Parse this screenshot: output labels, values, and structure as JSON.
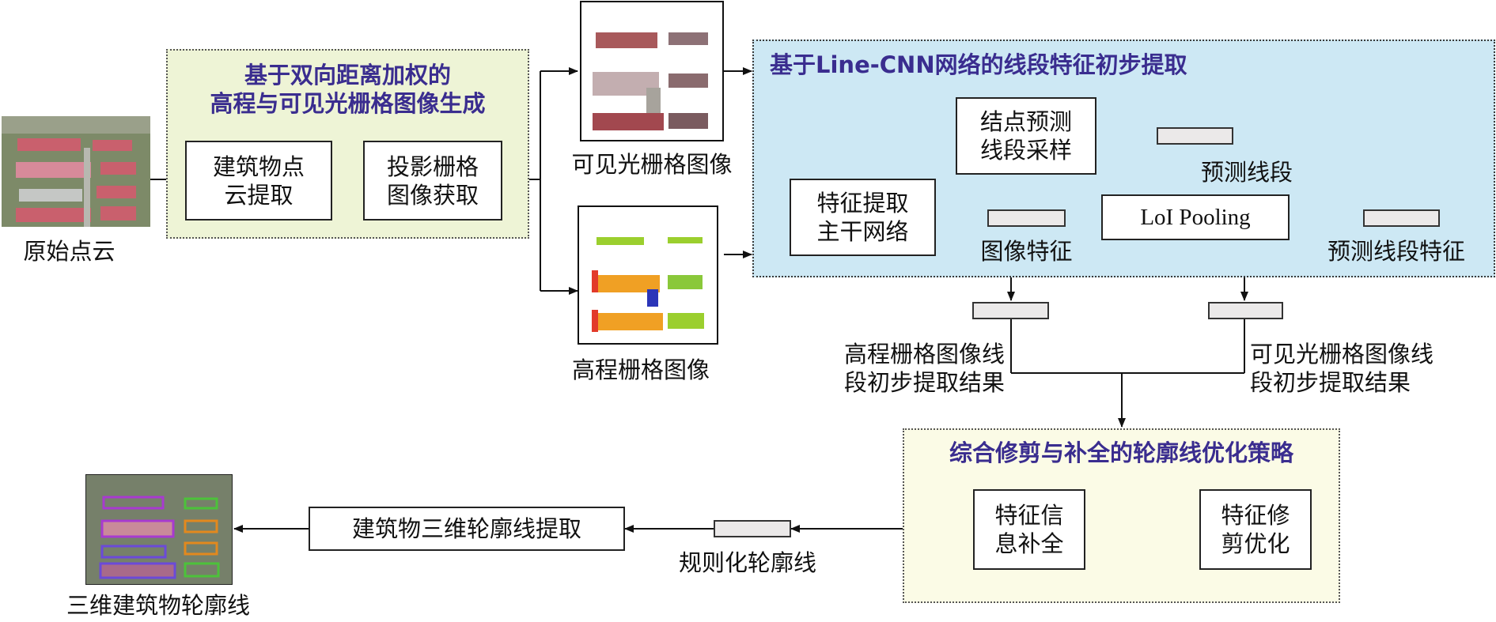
{
  "stage1": {
    "title": "基于双向距离加权的\n高程与可见光栅格图像生成",
    "box_extract": "建筑物点\n云提取",
    "box_project": "投影栅格\n图像获取"
  },
  "input": {
    "caption": "原始点云"
  },
  "rasters": {
    "visible_caption": "可见光栅格图像",
    "elevation_caption": "高程栅格图像"
  },
  "stage2": {
    "title": "基于Line-CNN网络的线段特征初步提取",
    "box_backbone": "特征提取\n主干网络",
    "box_sampling": "结点预测\n线段采样",
    "box_pooling": "LoI Pooling",
    "label_image_feature": "图像特征",
    "label_pred_segment": "预测线段",
    "label_pred_segment_feature": "预测线段特征"
  },
  "results": {
    "elevation_result": "高程栅格图像线\n段初步提取结果",
    "visible_result": "可见光栅格图像线\n段初步提取结果"
  },
  "stage3": {
    "title": "综合修剪与补全的轮廓线优化策略",
    "box_complete": "特征信\n息补全",
    "box_trim": "特征修\n剪优化"
  },
  "output": {
    "box_extract3d": "建筑物三维轮廓线提取",
    "label_regularized": "规则化轮廓线",
    "caption": "三维建筑物轮廓线"
  },
  "colors": {
    "stage_title": "#3a2d8f",
    "green_region": "#eef4d6",
    "blue_region": "#cde8f4",
    "yellow_region": "#fbfbe6"
  }
}
